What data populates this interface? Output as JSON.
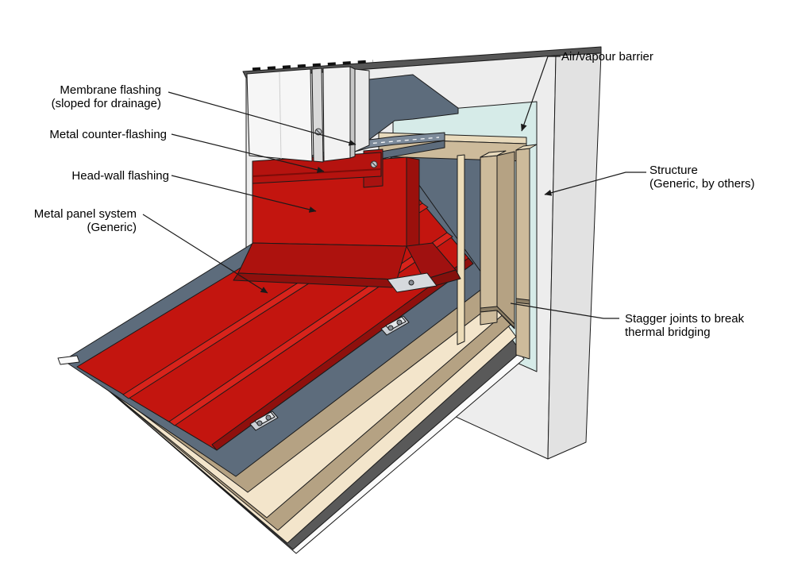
{
  "diagram": {
    "type": "construction-detail",
    "subject": "Metal roof to wall head-wall flashing junction (isometric cutaway)",
    "annotations": [
      {
        "id": "membrane-flashing",
        "side": "left",
        "lines": {
          "line1": "Membrane flashing",
          "line2": "(sloped for drainage)"
        }
      },
      {
        "id": "metal-counter-flashing",
        "side": "left",
        "lines": {
          "line1": "Metal counter-flashing",
          "line2": ""
        }
      },
      {
        "id": "head-wall-flashing",
        "side": "left",
        "lines": {
          "line1": "Head-wall flashing",
          "line2": ""
        }
      },
      {
        "id": "metal-panel-system",
        "side": "left",
        "lines": {
          "line1": "Metal panel system",
          "line2": "(Generic)"
        }
      },
      {
        "id": "air-vapour-barrier",
        "side": "right",
        "lines": {
          "line1": "Air/vapour barrier",
          "line2": ""
        }
      },
      {
        "id": "structure",
        "side": "right",
        "lines": {
          "line1": "Structure",
          "line2": "(Generic, by others)"
        }
      },
      {
        "id": "stagger-joints",
        "side": "right",
        "lines": {
          "line1": "Stagger joints to break",
          "line2": "thermal bridging"
        }
      }
    ],
    "colors": {
      "panel_red": "#c3150f",
      "membrane_slate": "#5d6c7c",
      "insulation_tan": "#cdbb9b",
      "insulation_cream": "#f3e5cb",
      "air_vapour_barrier_cyan": "#d6ebe8",
      "structure_gray": "#ededed",
      "deck_dark": "#595959",
      "drip_edge_white": "#fbfbfb",
      "clip_gray": "#ccd0d6"
    }
  }
}
